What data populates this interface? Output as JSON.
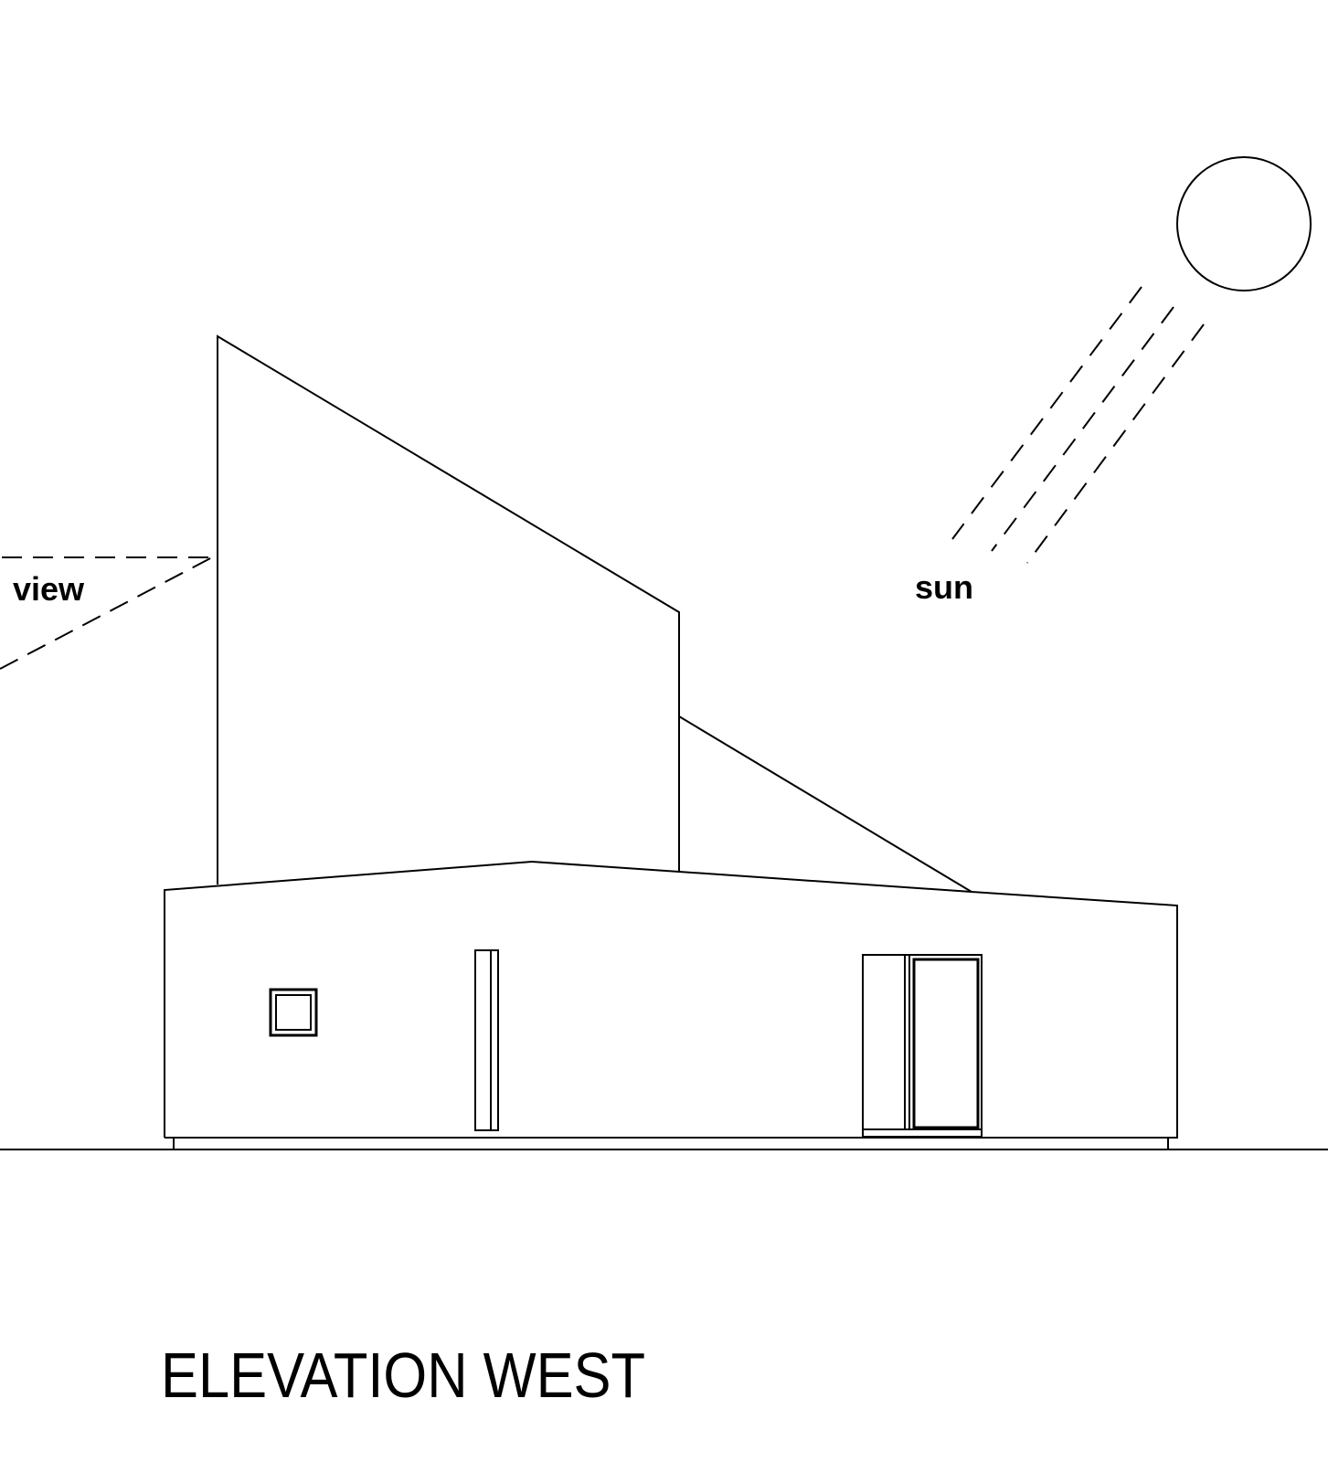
{
  "drawing": {
    "title": "ELEVATION WEST",
    "labels": {
      "view": "view",
      "sun": "sun"
    },
    "colors": {
      "line": "#000000",
      "background": "#ffffff"
    }
  }
}
